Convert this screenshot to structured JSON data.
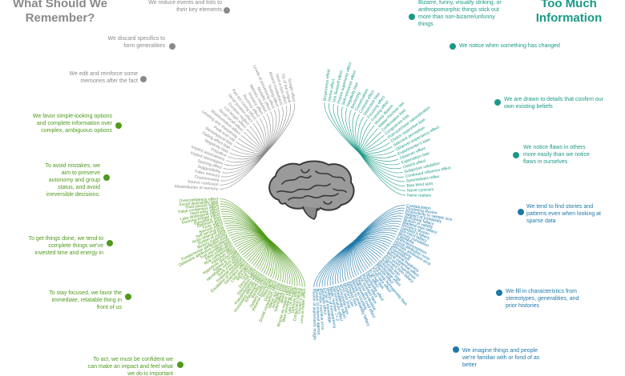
{
  "titles": {
    "left": "What Should We Remember?",
    "right": "Too Much Information"
  },
  "palette": {
    "memory": "#8a8a8a",
    "meaning": "#4f9a1c",
    "information": "#1a9a86",
    "information_blue": "#1c78a8"
  },
  "notes": {
    "memory": [
      "We reduce events and lists to their key elements",
      "We discard specifics to form generalities",
      "We edit and reinforce some memories after the fact"
    ],
    "action": [
      "We favor simple-looking options and complete information over complex, ambiguous options",
      "To avoid mistakes, we aim to preserve autonomy and group status, and avoid irreversible decisions.",
      "To get things done, we tend to complete things we've invested time and energy in",
      "To stay focused, we favor the immediate, relatable thing in front of us",
      "To act, we must be confident we can make an impact and feel what we do is important"
    ],
    "information": [
      "Bizarre, funny, visually striking, or anthropomorphic things stick out more than non-bizarre/unfunny things",
      "We notice when something has changed",
      "We are drawn to details that confirm our own existing beliefs",
      "We notice flaws in others more easily than we notice flaws in ourselves"
    ],
    "meaning": [
      "We tend to find stories and patterns even when looking at sparse data",
      "We fill in characteristics from stereotypes, generalities, and prior histories",
      "We imagine things and people we're familiar with or fond of as better"
    ]
  },
  "bias_groups": [
    {
      "group": "memory",
      "labels": [
        "Misattribution of memory",
        "Source confusion",
        "Cryptomnesia",
        "False memory",
        "Suggestibility",
        "Spacing effect",
        "Implicit stereotypes",
        "Implicit associations",
        "Prejudice",
        "Negativity bias",
        "Fading affect bias",
        "Stereotypical bias",
        "Peak-end rule",
        "Leveling and sharpening",
        "Misinformation effect",
        "Serial recall effect",
        "List-length effect",
        "Duration neglect",
        "Serial position effect",
        "Part-list cueing effect",
        "Recency effect",
        "Primacy effect",
        "Memory inhibition",
        "Modality effect",
        "Levels of processing effect",
        "Testing effect",
        "Absent-mindedness",
        "Next-in-line effect",
        "Tip of the tongue",
        "Google effect"
      ]
    },
    {
      "group": "information",
      "labels": [
        "Bizarreness effect",
        "Humor effect",
        "Von Restorff effect",
        "Picture superiority effect",
        "Self-relevance effect",
        "Negativity bias",
        "Anchoring",
        "Conservatism",
        "Contrast effect",
        "Distinction bias",
        "Focusing effect",
        "Framing effect",
        "Money illusion",
        "Weber-Fechner law",
        "Confirmation bias",
        "Congruence bias",
        "Post-purchase rationalization",
        "Choice-supportive bias",
        "Selective perception",
        "Observer-expectancy effect",
        "Experimenter's bias",
        "Observer effect",
        "Expectation bias",
        "Ostrich effect",
        "Subjective validation",
        "Continued influence effect",
        "Semmelweis reflex",
        "Bias blind spot",
        "Naive cynicism",
        "Naive realism"
      ]
    },
    {
      "group": "meaning",
      "labels": [
        "Confabulation",
        "Clustering illusion",
        "Insensitivity to sample size",
        "Neglect of probability",
        "Anecdotal fallacy",
        "Illusion of validity",
        "Masked-man fallacy",
        "Recency illusion",
        "Gambler's fallacy",
        "Hot-hand fallacy",
        "Illusory correlation",
        "Pareidolia",
        "Anthropomorphism",
        "Group attribution error",
        "Ultimate attribution error",
        "Stereotyping",
        "Essentialism",
        "Functional fixedness",
        "Moral credential effect",
        "Just-world hypothesis",
        "Argument from fallacy",
        "Authority bias",
        "Automation bias",
        "Bandwagon effect",
        "Placebo effect",
        "Out-group homogeneity bias",
        "Cross-race effect",
        "In-group bias",
        "Halo effect",
        "Cheerleader effect",
        "Positivity effect",
        "Not invented here",
        "Reactive devaluation",
        "Well-traveled road effect",
        "Mental accounting",
        "Appeal to probability fallacy",
        "Normalcy bias",
        "Murphy's Law",
        "Zero sum bias",
        "Survivorship bias",
        "Subadditivity effect",
        "Denomination effect",
        "Magic number 7+-2",
        "Illusion of transparency",
        "Curse of knowledge",
        "Spotlight effect",
        "Extrinsic incentive error",
        "Illusion of external agency",
        "Illusion of asymmetric insight"
      ]
    },
    {
      "group": "action",
      "labels": [
        "Less-is-better effect",
        "Occam's razor",
        "Conjunction fallacy",
        "Delmore effect",
        "Law of Triviality",
        "Bike-shedding effect",
        "Rhyme as reason effect",
        "Belief bias",
        "Information bias",
        "Ambiguity bias",
        "Status quo bias",
        "Social comparison effect",
        "Decoy effect",
        "Reactance",
        "Reverse psychology",
        "System justification",
        "Backfire effect",
        "Endowment effect",
        "Processing difficulty effect",
        "Pseudocertainty effect",
        "Disposition effect",
        "Zero-risk bias",
        "Unit bias",
        "IKEA effect",
        "Loss aversion",
        "Generation effect",
        "Escalation of commitment",
        "Irrational escalation",
        "Sunk cost fallacy",
        "Identifiable victim effect",
        "Appeal to novelty",
        "Hyperbolic discounting",
        "Peltzman effect",
        "Risk compensation",
        "Effort justification",
        "Trait ascription bias",
        "Defensive attribution hypothesis",
        "Fundamental attribution error",
        "Illusory superiority",
        "Illusion of control",
        "Actor-observer bias",
        "Self-serving bias",
        "Barnum effect",
        "Forer effect",
        "Optimism bias",
        "Egocentric bias",
        "Dunning-Kruger effect",
        "Lake Wobegone effect",
        "Hard-easy effect",
        "False consensus effect",
        "Third-person effect",
        "Social desirability bias",
        "Overconfidence effect"
      ]
    }
  ]
}
